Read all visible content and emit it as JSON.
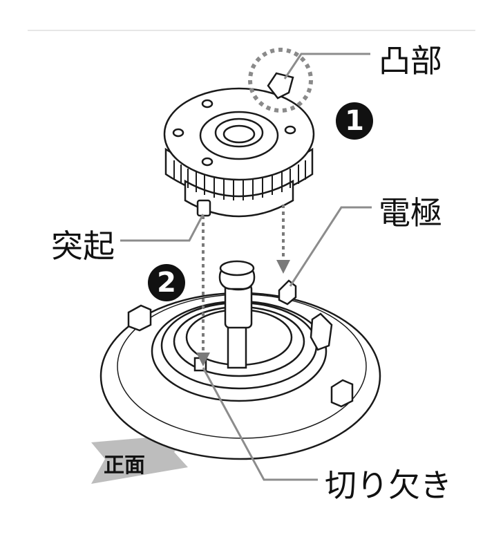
{
  "labels": {
    "convex": "凸部",
    "electrode": "電極",
    "protrusion": "突起",
    "notch": "切り欠き",
    "front": "正面"
  },
  "steps": {
    "step1": "1",
    "step2": "2"
  },
  "colors": {
    "line": "#1a1a1a",
    "leader": "#8c8c8c",
    "arrow": "#7a7a7a",
    "front_arrow": "#bdbdbd",
    "badge": "#111111"
  }
}
